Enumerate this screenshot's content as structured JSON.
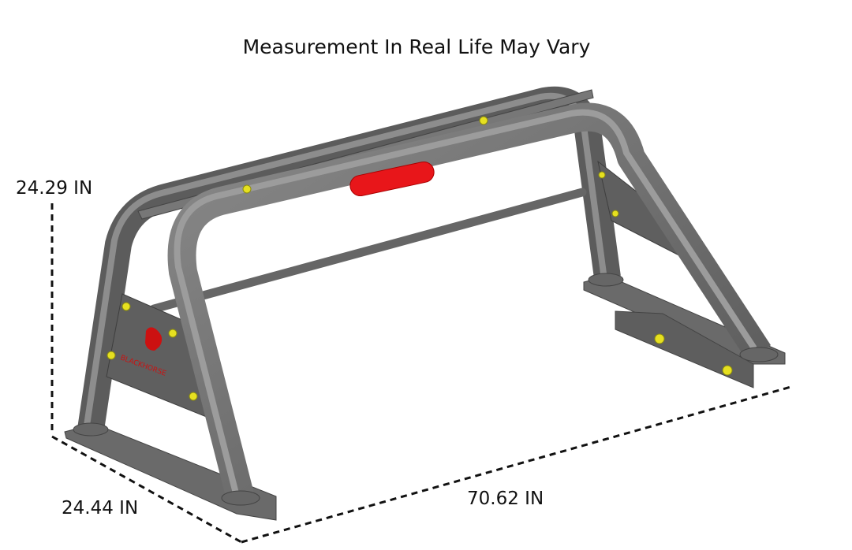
{
  "title": "Measurement In Real Life May Vary",
  "dimensions": {
    "height": "24.29 IN",
    "depth": "24.44 IN",
    "width": "70.62 IN"
  },
  "logo_text": "BLACKHORSE",
  "colors": {
    "tube": "#6b6b6b",
    "light": "#e8161a",
    "bolts": "#e6e020",
    "logo": "#cc1111"
  }
}
